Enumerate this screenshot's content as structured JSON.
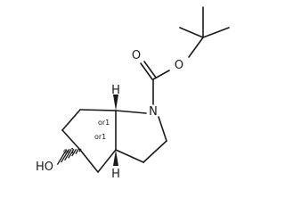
{
  "atoms": {
    "nitrogen": "N",
    "carbonyl_oxygen": "O",
    "ester_oxygen": "O",
    "hydroxyl": "HO",
    "h_top": "H",
    "h_bottom": "H"
  },
  "stereo_labels": {
    "c7a": "or1",
    "c3a": "or1",
    "c5": "or1"
  },
  "colors": {
    "ink": "#1a1a1a",
    "background": "#ffffff"
  }
}
